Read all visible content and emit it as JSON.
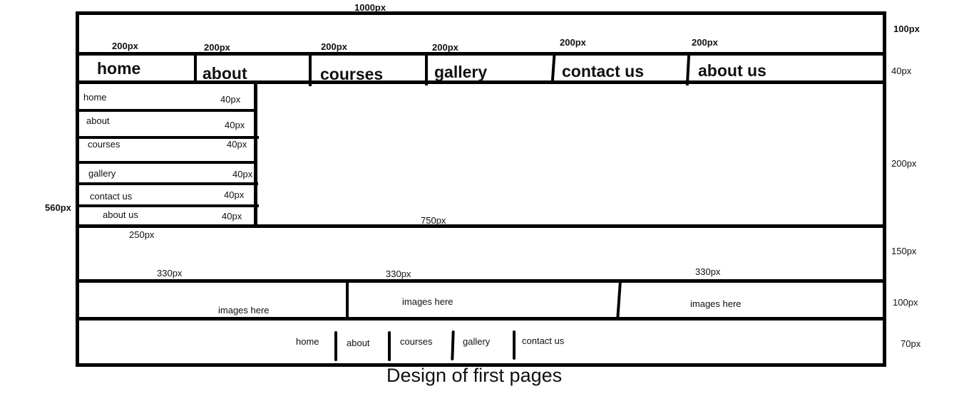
{
  "diagram": {
    "caption": "Design of first pages",
    "line_color": "#000000",
    "background": "#ffffff",
    "page_width_label": "1000px",
    "page_height_label": "560px"
  },
  "header": {
    "height_label": "100px"
  },
  "top_nav": {
    "height_label": "40px",
    "items": [
      {
        "label": "home",
        "width_label": "200px"
      },
      {
        "label": "about",
        "width_label": "200px"
      },
      {
        "label": "courses",
        "width_label": "200px"
      },
      {
        "label": "gallery",
        "width_label": "200px"
      },
      {
        "label": "contact us",
        "width_label": "200px"
      },
      {
        "label": "about us",
        "width_label": "200px"
      }
    ]
  },
  "sidebar": {
    "width_label": "250px",
    "items": [
      {
        "label": "home",
        "height_label": "40px"
      },
      {
        "label": "about",
        "height_label": "40px"
      },
      {
        "label": "courses",
        "height_label": "40px"
      },
      {
        "label": "gallery",
        "height_label": "40px"
      },
      {
        "label": "contact us",
        "height_label": "40px"
      },
      {
        "label": "about us",
        "height_label": "40px"
      }
    ]
  },
  "main": {
    "width_label": "750px",
    "height_label": "200px"
  },
  "banner": {
    "height_label": "150px"
  },
  "gallery_row": {
    "height_label": "100px",
    "cells": [
      {
        "label": "images here",
        "width_label": "330px"
      },
      {
        "label": "images here",
        "width_label": "330px"
      },
      {
        "label": "images here",
        "width_label": "330px"
      }
    ]
  },
  "footer": {
    "height_label": "70px",
    "links": [
      "home",
      "about",
      "courses",
      "gallery",
      "contact us"
    ]
  }
}
